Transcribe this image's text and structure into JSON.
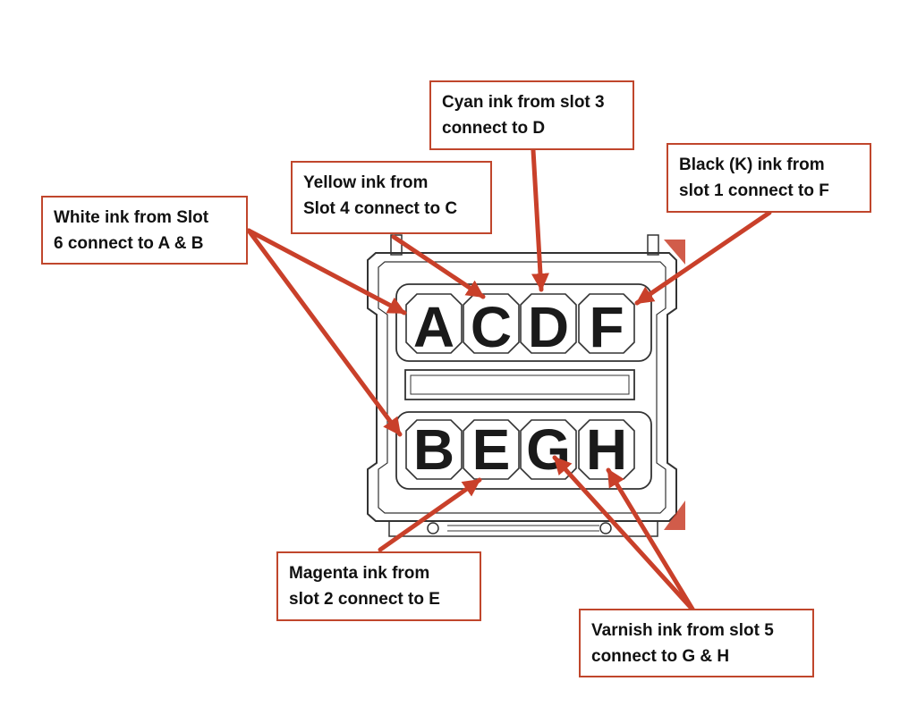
{
  "colors": {
    "arrow": "#c9402a",
    "box_border": "#c0462c",
    "outline": "#333333"
  },
  "connector": {
    "top_row": [
      "A",
      "C",
      "D",
      "F"
    ],
    "bottom_row": [
      "B",
      "E",
      "G",
      "H"
    ]
  },
  "callouts": {
    "white": {
      "line1": "White ink from Slot",
      "line2": "6 connect to A & B"
    },
    "yellow": {
      "line1": "Yellow ink from",
      "line2": "Slot 4 connect to C"
    },
    "cyan": {
      "line1": "Cyan ink from slot 3",
      "line2": "connect to D"
    },
    "black": {
      "line1": "Black (K) ink from",
      "line2": "slot 1 connect to F"
    },
    "magenta": {
      "line1": "Magenta ink from",
      "line2": "slot 2 connect to E"
    },
    "varnish": {
      "line1": "Varnish ink from slot 5",
      "line2": "connect to G & H"
    }
  }
}
